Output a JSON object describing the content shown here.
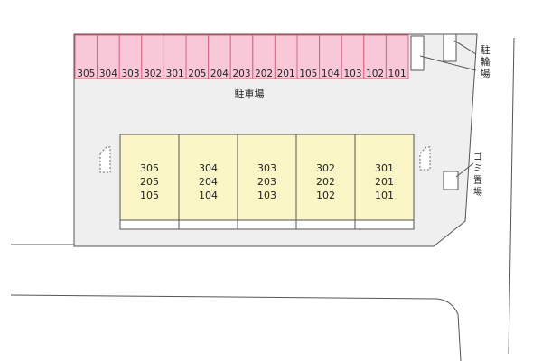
{
  "colors": {
    "parking_fill": "#f8c8d8",
    "parking_stroke": "#e0607e",
    "building_fill": "#faf6c6",
    "lot_fill": "#efefef",
    "outline": "#555555"
  },
  "parking": {
    "label": "駐車場",
    "spaces": [
      "305",
      "304",
      "303",
      "302",
      "301",
      "205",
      "204",
      "203",
      "202",
      "201",
      "105",
      "104",
      "103",
      "102",
      "101"
    ]
  },
  "bicycle_parking": {
    "label_chars": [
      "駐",
      "輪",
      "場"
    ]
  },
  "garbage_area": {
    "label_chars": [
      "ゴ",
      "ミ",
      "置",
      "場"
    ]
  },
  "buildings": [
    {
      "rooms": [
        "305",
        "205",
        "105"
      ]
    },
    {
      "rooms": [
        "304",
        "204",
        "104"
      ]
    },
    {
      "rooms": [
        "303",
        "203",
        "103"
      ]
    },
    {
      "rooms": [
        "302",
        "202",
        "102"
      ]
    },
    {
      "rooms": [
        "301",
        "201",
        "101"
      ]
    }
  ],
  "icons": {
    "bicycle_stand": "white-rect-icon",
    "garbage_box": "white-rect-icon",
    "entrance": "dashed-shape-icon"
  }
}
